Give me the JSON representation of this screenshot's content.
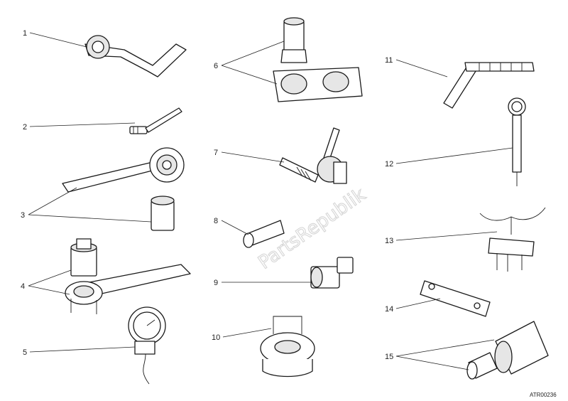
{
  "diagram": {
    "callouts": [
      "1",
      "2",
      "3",
      "4",
      "5",
      "6",
      "7",
      "8",
      "9",
      "10",
      "11",
      "12",
      "13",
      "14",
      "15"
    ],
    "ref_code": "ATR00236",
    "watermark": "PartsRepublik"
  }
}
